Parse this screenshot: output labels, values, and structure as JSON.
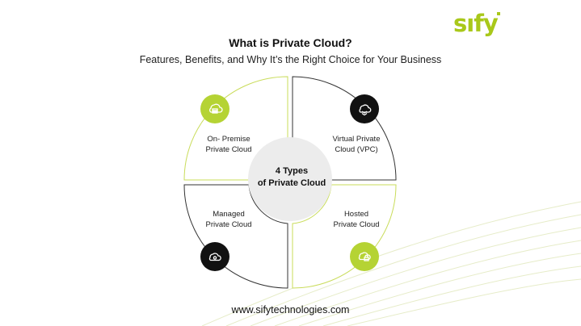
{
  "brand": {
    "logo_text": "sıfy"
  },
  "header": {
    "title": "What is Private Cloud?",
    "subtitle": "Features, Benefits, and Why It’s the Right Choice for Your Business"
  },
  "diagram": {
    "center": {
      "line1": "4 Types",
      "line2": "of Private Cloud"
    },
    "quadrants": [
      {
        "id": "top-left",
        "line1": "On- Premise",
        "line2": "Private Cloud",
        "icon": "server-cloud-icon",
        "icon_color": "#b5d334",
        "border_color": "#c9dc5a"
      },
      {
        "id": "top-right",
        "line1": "Virtual Private",
        "line2": "Cloud (VPC)",
        "icon": "cloud-layers-icon",
        "icon_color": "#111111",
        "border_color": "#333333"
      },
      {
        "id": "bottom-left",
        "line1": "Managed",
        "line2": "Private Cloud",
        "icon": "cloud-settings-icon",
        "icon_color": "#111111",
        "border_color": "#333333"
      },
      {
        "id": "bottom-right",
        "line1": "Hosted",
        "line2": "Private Cloud",
        "icon": "cloud-lock-icon",
        "icon_color": "#b5d334",
        "border_color": "#c9dc5a"
      }
    ]
  },
  "footer": {
    "website": "www.sifytechnologies.com"
  },
  "colors": {
    "accent": "#a9c81a",
    "dark": "#111111",
    "center_fill": "#ececec"
  }
}
